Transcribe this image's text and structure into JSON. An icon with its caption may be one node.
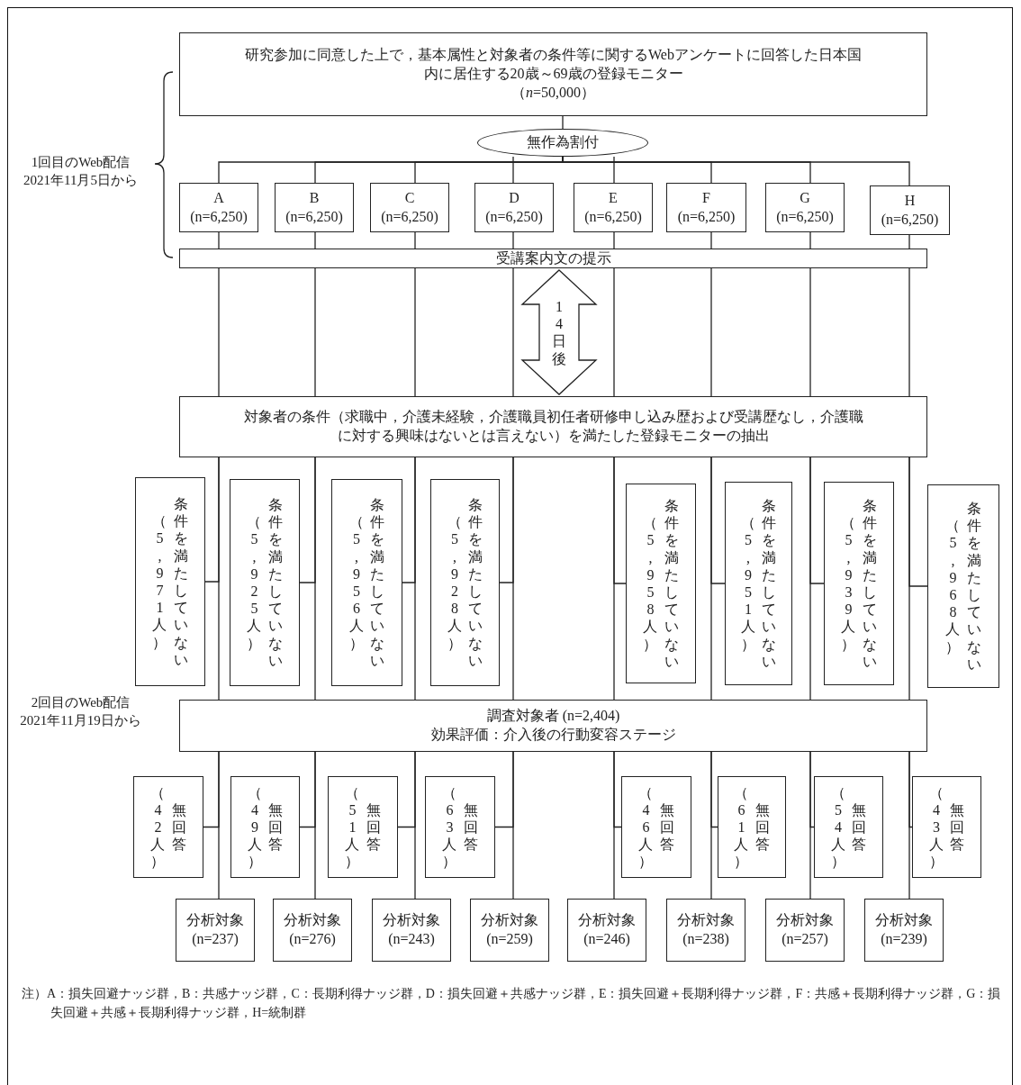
{
  "diagram": {
    "nodes": [
      {
        "text": [
          "研究参加に同意した上で，基本属性と対象者の条件等に関するWebアンケートに回答した日本国内に居住する20歳～69歳の登録モニター",
          "（*n*=50,000）"
        ]
      },
      {
        "text": [
          "無作為割付"
        ]
      },
      {
        "text": [
          "A",
          "(n=6,250)"
        ]
      },
      {
        "text": [
          "B",
          "(n=6,250)"
        ]
      },
      {
        "text": [
          "C",
          "(n=6,250)"
        ]
      },
      {
        "text": [
          "D",
          "(n=6,250)"
        ]
      },
      {
        "text": [
          "E",
          "(n=6,250)"
        ]
      },
      {
        "text": [
          "F",
          "(n=6,250)"
        ]
      },
      {
        "text": [
          "G",
          "(n=6,250)"
        ]
      },
      {
        "text": [
          "H",
          "(n=6,250)"
        ]
      },
      {
        "text": [
          "受講案内文の提示"
        ]
      },
      {
        "text": [
          "対象者の条件（求職中，介護未経験，介護職員初任者研修申し込み歴および受講歴なし，介護職に対する興味はないとは言えない）を満たした登録モニターの抽出"
        ]
      },
      {
        "text": [
          "（5,971人）",
          "条件を満たしていない"
        ]
      },
      {
        "text": [
          "（5,925人）",
          "条件を満たしていない"
        ]
      },
      {
        "text": [
          "（5,956人）",
          "条件を満たしていない"
        ]
      },
      {
        "text": [
          "（5,928人）",
          "条件を満たしていない"
        ]
      },
      {
        "text": [
          "（5,958人）",
          "条件を満たしていない"
        ]
      },
      {
        "text": [
          "（5,951人）",
          "条件を満たしていない"
        ]
      },
      {
        "text": [
          "（5,939人）",
          "条件を満たしていない"
        ]
      },
      {
        "text": [
          "（5,968人）",
          "条件を満たしていない"
        ]
      },
      {
        "text": [
          "調査対象者 (n=2,404)",
          "効果評価：介入後の行動変容ステージ"
        ]
      },
      {
        "text": [
          "（42人）",
          "無回答"
        ]
      },
      {
        "text": [
          "（49人）",
          "無回答"
        ]
      },
      {
        "text": [
          "（51人）",
          "無回答"
        ]
      },
      {
        "text": [
          "（63人）",
          "無回答"
        ]
      },
      {
        "text": [
          "（46人）",
          "無回答"
        ]
      },
      {
        "text": [
          "（61人）",
          "無回答"
        ]
      },
      {
        "text": [
          "（54人）",
          "無回答"
        ]
      },
      {
        "text": [
          "（43人）",
          "無回答"
        ]
      },
      {
        "text": [
          "分析対象",
          "(n=237)"
        ]
      },
      {
        "text": [
          "分析対象",
          "(n=276)"
        ]
      },
      {
        "text": [
          "分析対象",
          "(n=243)"
        ]
      },
      {
        "text": [
          "分析対象",
          "(n=259)"
        ]
      },
      {
        "text": [
          "分析対象",
          "(n=246)"
        ]
      },
      {
        "text": [
          "分析対象",
          "(n=238)"
        ]
      },
      {
        "text": [
          "分析対象",
          "(n=257)"
        ]
      },
      {
        "text": [
          "分析対象",
          "(n=239)"
        ]
      }
    ],
    "edges": [
      {
        "from": 0,
        "to": 1,
        "arrow": "none"
      },
      {
        "from": 1,
        "to": 2,
        "arrow": "none"
      },
      {
        "from": 1,
        "to": 3,
        "arrow": "none"
      },
      {
        "from": 1,
        "to": 4,
        "arrow": "none"
      },
      {
        "from": 1,
        "to": 5,
        "arrow": "none"
      },
      {
        "from": 1,
        "to": 6,
        "arrow": "none"
      },
      {
        "from": 1,
        "to": 7,
        "arrow": "none"
      },
      {
        "from": 1,
        "to": 8,
        "arrow": "none"
      },
      {
        "from": 1,
        "to": 9,
        "arrow": "none"
      },
      {
        "from": 2,
        "to": 10,
        "arrow": "none"
      },
      {
        "from": 3,
        "to": 10,
        "arrow": "none"
      },
      {
        "from": 4,
        "to": 10,
        "arrow": "none"
      },
      {
        "from": 5,
        "to": 10,
        "arrow": "none"
      },
      {
        "from": 6,
        "to": 10,
        "arrow": "none"
      },
      {
        "from": 7,
        "to": 10,
        "arrow": "none"
      },
      {
        "from": 8,
        "to": 10,
        "arrow": "none"
      },
      {
        "from": 9,
        "to": 10,
        "arrow": "none"
      },
      {
        "from": 10,
        "to": 11,
        "arrow": "both",
        "label": "14日後",
        "style": "thick"
      },
      {
        "from": 10,
        "to": 11,
        "arrow": "none"
      },
      {
        "from": 10,
        "to": 11,
        "arrow": "none"
      },
      {
        "from": 10,
        "to": 11,
        "arrow": "none"
      },
      {
        "from": 10,
        "to": 11,
        "arrow": "none"
      },
      {
        "from": 10,
        "to": 11,
        "arrow": "none"
      },
      {
        "from": 10,
        "to": 11,
        "arrow": "none"
      },
      {
        "from": 10,
        "to": 11,
        "arrow": "none"
      },
      {
        "from": 10,
        "to": 11,
        "arrow": "none"
      },
      {
        "from": 11,
        "to": 12,
        "arrow": "none"
      },
      {
        "from": 11,
        "to": 13,
        "arrow": "none"
      },
      {
        "from": 11,
        "to": 14,
        "arrow": "none"
      },
      {
        "from": 11,
        "to": 15,
        "arrow": "none"
      },
      {
        "from": 11,
        "to": 16,
        "arrow": "none"
      },
      {
        "from": 11,
        "to": 17,
        "arrow": "none"
      },
      {
        "from": 11,
        "to": 18,
        "arrow": "none"
      },
      {
        "from": 11,
        "to": 19,
        "arrow": "none"
      },
      {
        "from": 11,
        "to": 20,
        "arrow": "none"
      },
      {
        "from": 11,
        "to": 20,
        "arrow": "none"
      },
      {
        "from": 11,
        "to": 20,
        "arrow": "none"
      },
      {
        "from": 11,
        "to": 20,
        "arrow": "none"
      },
      {
        "from": 11,
        "to": 20,
        "arrow": "none"
      },
      {
        "from": 11,
        "to": 20,
        "arrow": "none"
      },
      {
        "from": 11,
        "to": 20,
        "arrow": "none"
      },
      {
        "from": 11,
        "to": 20,
        "arrow": "none"
      },
      {
        "from": 20,
        "to": 21,
        "arrow": "none"
      },
      {
        "from": 20,
        "to": 22,
        "arrow": "none"
      },
      {
        "from": 20,
        "to": 23,
        "arrow": "none"
      },
      {
        "from": 20,
        "to": 24,
        "arrow": "none"
      },
      {
        "from": 20,
        "to": 25,
        "arrow": "none"
      },
      {
        "from": 20,
        "to": 26,
        "arrow": "none"
      },
      {
        "from": 20,
        "to": 27,
        "arrow": "none"
      },
      {
        "from": 20,
        "to": 28,
        "arrow": "none"
      },
      {
        "from": 20,
        "to": 29,
        "arrow": "none"
      },
      {
        "from": 20,
        "to": 30,
        "arrow": "none"
      },
      {
        "from": 20,
        "to": 31,
        "arrow": "none"
      },
      {
        "from": 20,
        "to": 32,
        "arrow": "none"
      },
      {
        "from": 20,
        "to": 33,
        "arrow": "none"
      },
      {
        "from": 20,
        "to": 34,
        "arrow": "none"
      },
      {
        "from": 20,
        "to": 35,
        "arrow": "none"
      },
      {
        "from": 20,
        "to": 36,
        "arrow": "none"
      }
    ],
    "labels": [
      "1回目のWeb配信2021年11月5日から",
      "2回目のWeb配信2021年11月19日から",
      "注）A：損失回避ナッジ群，B：共感ナッジ群，C：長期利得ナッジ群，D：損失回避＋共感ナッジ群，E：損失回避＋長期利得ナッジ群，F：共感＋長期利得ナッジ群，G：損失回避＋共感＋長期利得ナッジ群，H=統制群"
    ]
  }
}
